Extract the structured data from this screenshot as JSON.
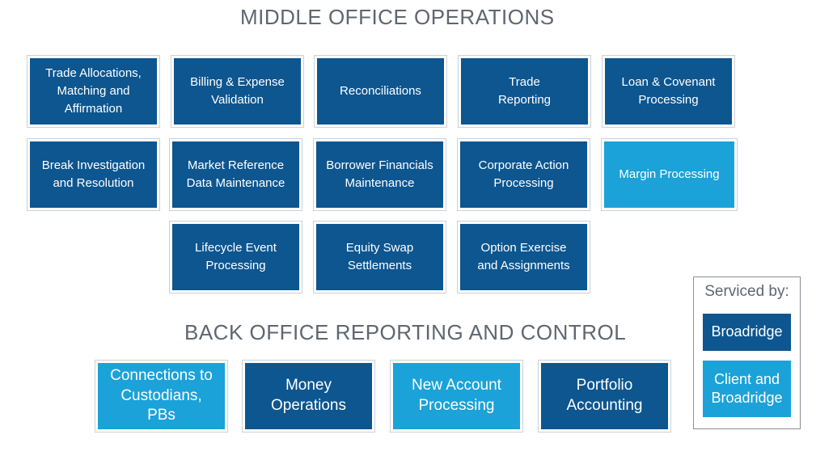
{
  "middle_office": {
    "title": "MIDDLE OFFICE OPERATIONS",
    "boxes": [
      {
        "label": "Trade Allocations,\nMatching and\nAffirmation",
        "serviced_by": "Broadridge"
      },
      {
        "label": "Billing & Expense\nValidation",
        "serviced_by": "Broadridge"
      },
      {
        "label": "Reconciliations",
        "serviced_by": "Broadridge"
      },
      {
        "label": "Trade\nReporting",
        "serviced_by": "Broadridge"
      },
      {
        "label": "Loan & Covenant\nProcessing",
        "serviced_by": "Broadridge"
      },
      {
        "label": "Break Investigation\nand Resolution",
        "serviced_by": "Broadridge"
      },
      {
        "label": "Market Reference\nData Maintenance",
        "serviced_by": "Broadridge"
      },
      {
        "label": "Borrower Financials\nMaintenance",
        "serviced_by": "Broadridge"
      },
      {
        "label": "Corporate Action\nProcessing",
        "serviced_by": "Broadridge"
      },
      {
        "label": "Margin Processing",
        "serviced_by": "Client and Broadridge"
      },
      {
        "label": "Lifecycle Event\nProcessing",
        "serviced_by": "Broadridge"
      },
      {
        "label": "Equity Swap\nSettlements",
        "serviced_by": "Broadridge"
      },
      {
        "label": "Option Exercise\nand Assignments",
        "serviced_by": "Broadridge"
      }
    ]
  },
  "back_office": {
    "title": "BACK OFFICE REPORTING AND CONTROL",
    "boxes": [
      {
        "label": "Connections to\nCustodians,\nPBs",
        "serviced_by": "Client and Broadridge"
      },
      {
        "label": "Money\nOperations",
        "serviced_by": "Broadridge"
      },
      {
        "label": "New Account\nProcessing",
        "serviced_by": "Client and Broadridge"
      },
      {
        "label": "Portfolio\nAccounting",
        "serviced_by": "Broadridge"
      }
    ]
  },
  "legend": {
    "title": "Serviced by:",
    "items": [
      {
        "label": "Broadridge",
        "color": "#0d5690"
      },
      {
        "label": "Client and\nBroadridge",
        "color": "#1ba2d9"
      }
    ]
  },
  "colors": {
    "broadridge": "#0d5690",
    "client_and_broadridge": "#1ba2d9",
    "title": "#5f6670"
  }
}
